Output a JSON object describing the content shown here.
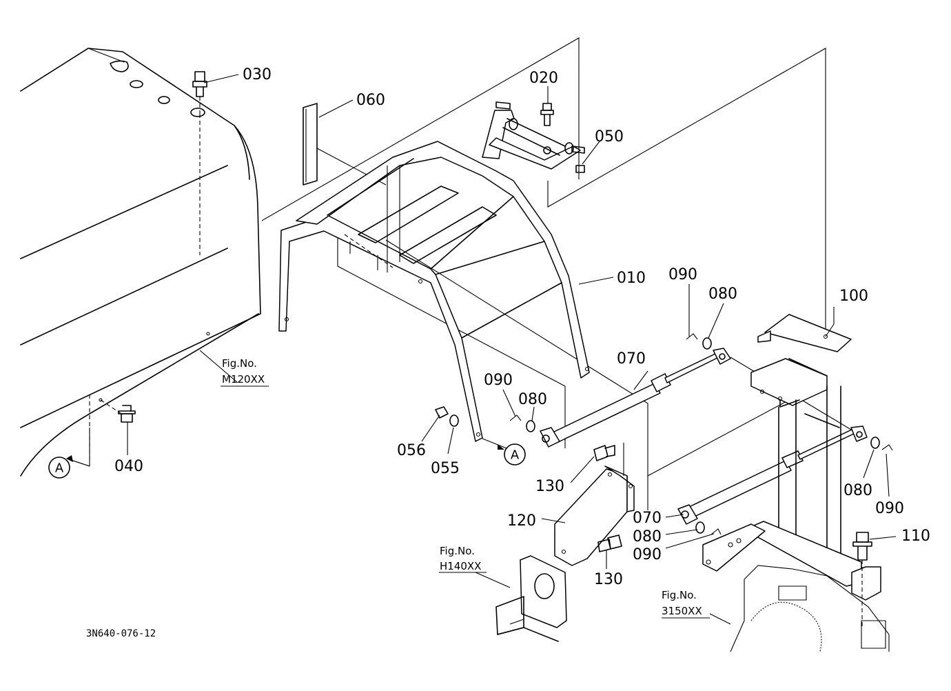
{
  "parts": {
    "p010": "010",
    "p020": "020",
    "p030": "030",
    "p040": "040",
    "p050": "050",
    "p055": "055",
    "p056": "056",
    "p060": "060",
    "p070a": "070",
    "p070b": "070",
    "p080a": "080",
    "p080b": "080",
    "p080c": "080",
    "p080d": "080",
    "p090a": "090",
    "p090b": "090",
    "p090c": "090",
    "p090d": "090",
    "p100": "100",
    "p110": "110",
    "p120": "120",
    "p130a": "130",
    "p130b": "130"
  },
  "figure_refs": {
    "m120_label": "Fig.No.",
    "m120_code": "M120XX",
    "h140_label": "Fig.No.",
    "h140_code": "H140XX",
    "f3150_label": "Fig.No.",
    "f3150_code": "3150XX"
  },
  "view_markers": {
    "left": "A",
    "right": "A"
  },
  "drawing_code": "3N640-076-12"
}
